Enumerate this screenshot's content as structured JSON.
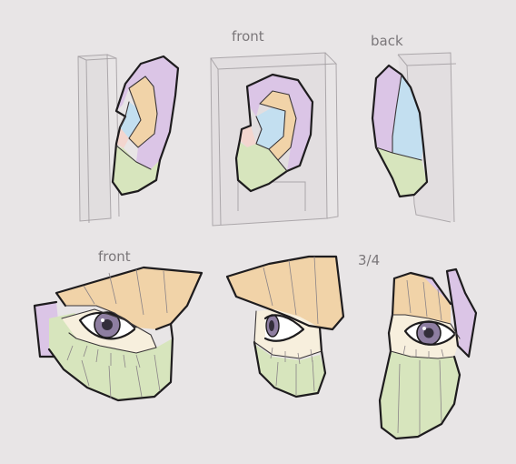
{
  "labels": {
    "ear_front": "front",
    "ear_back": "back",
    "eye_front": "front",
    "eye_three_quarter": "3/4"
  },
  "colors": {
    "background": "#e8e5e6",
    "purple": "#dbc5e6",
    "orange": "#f1d3a8",
    "blue": "#c3dff0",
    "green": "#d7e5bd",
    "pink": "#f3d6cf",
    "cream": "#f7efdd",
    "iris": "#8e7ea1",
    "pupil": "#332e3a"
  }
}
